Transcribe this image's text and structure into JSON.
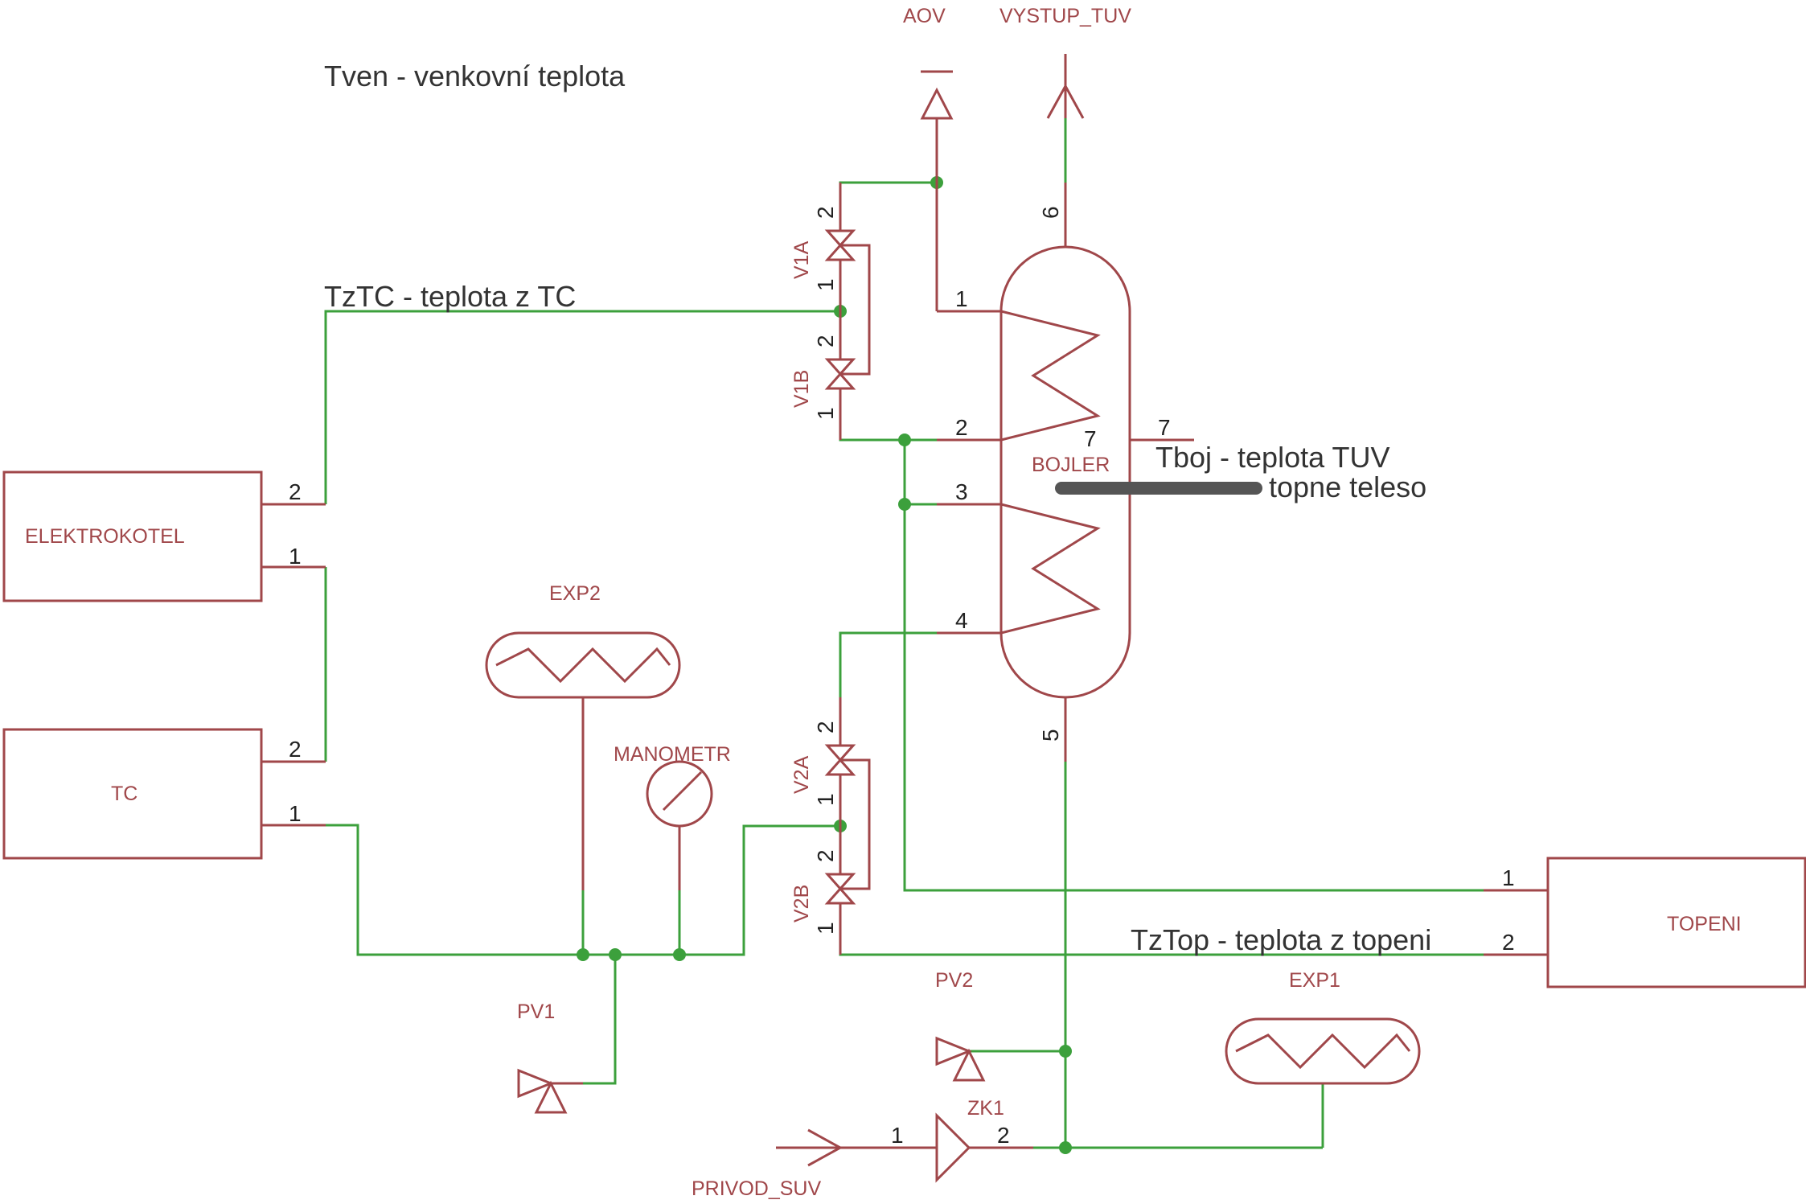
{
  "notes": {
    "tven": "Tven - venkovní teplota",
    "tztc": "TzTC - teplota z TC",
    "tboj": "Tboj - teplota TUV",
    "topne": "topne teleso",
    "tztop": "TzTop - teplota z topeni"
  },
  "components": {
    "aov": "AOV",
    "vystup_tuv": "VYSTUP_TUV",
    "v1a": "V1A",
    "v1b": "V1B",
    "v2a": "V2A",
    "v2b": "V2B",
    "bojler": "BOJLER",
    "elektrokotel": "ELEKTROKOTEL",
    "tc": "TC",
    "exp2": "EXP2",
    "manometr": "MANOMETR",
    "topeni": "TOPENI",
    "pv1": "PV1",
    "pv2": "PV2",
    "exp1": "EXP1",
    "zk1": "ZK1",
    "privod_suv": "PRIVOD_SUV"
  },
  "pins": {
    "p1": "1",
    "p2": "2",
    "p3": "3",
    "p4": "4",
    "p5": "5",
    "p6": "6",
    "p7": "7"
  },
  "colors": {
    "symbol": "#a0474a",
    "wire": "#3ca03c",
    "text": "#333333"
  }
}
